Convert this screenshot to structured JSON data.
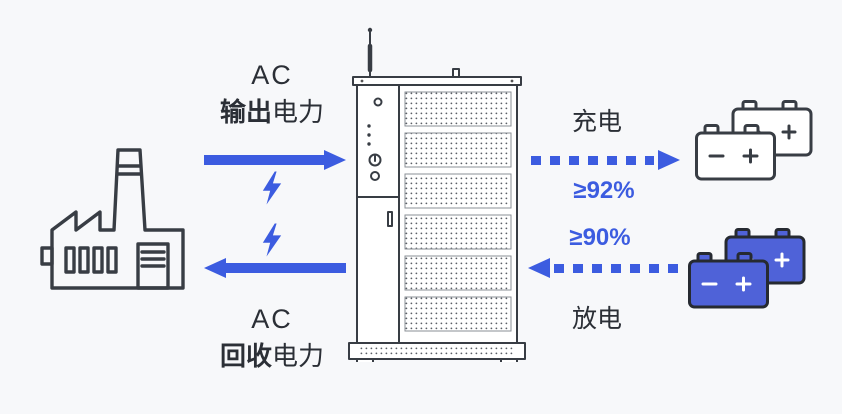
{
  "colors": {
    "page_bg": "#f7f8fa",
    "accent": "#3c5ce0",
    "ink": "#2b2f36",
    "outline": "#383d44",
    "battery_blue": "#4f62d8",
    "vent_dot": "#5a5f66"
  },
  "flow": {
    "ac_output": {
      "prefix": "AC",
      "emphasis": "输出",
      "suffix": "电力"
    },
    "ac_return": {
      "prefix": "AC",
      "emphasis": "回收",
      "suffix": "电力"
    },
    "charge": {
      "label": "充电",
      "efficiency": "≥92%"
    },
    "discharge": {
      "label": "放电",
      "efficiency": "≥90%"
    }
  },
  "icons": {
    "left": "factory-building",
    "center": "pcs-battery-cabinet-with-antenna",
    "top_right": "battery-pack-outline",
    "bottom_right": "battery-pack-filled",
    "between_solid_arrows": "lightning-bolt",
    "arrow_top_left": "solid-arrow-right",
    "arrow_bottom_left": "solid-arrow-left",
    "arrow_top_right": "dotted-arrow-right",
    "arrow_bottom_right": "dotted-arrow-left"
  }
}
